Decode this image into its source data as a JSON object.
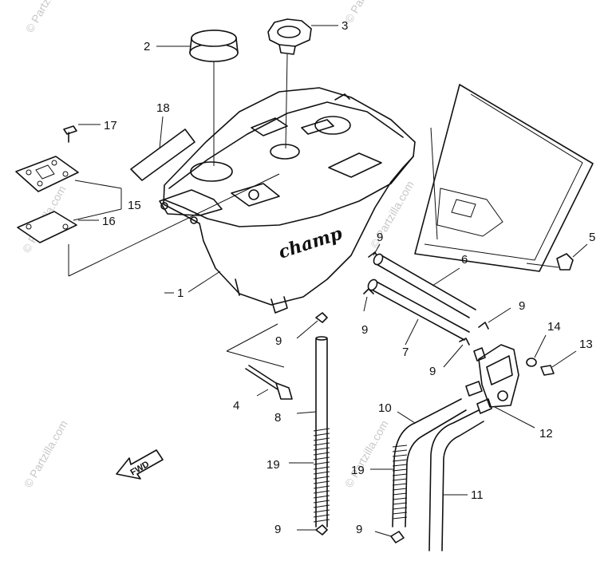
{
  "watermarks": [
    "© Partzilla.com",
    "© Partzilla.com",
    "© Partzilla.com",
    "© Partzilla.com",
    "© Partzilla.com",
    "© Partzilla.com"
  ],
  "tank_brand": "champ",
  "fwd_label": "FWD",
  "callouts": {
    "c1": "1",
    "c2": "2",
    "c3": "3",
    "c4": "4",
    "c5": "5",
    "c6": "6",
    "c7": "7",
    "c8": "8",
    "c9a": "9",
    "c9b": "9",
    "c9c": "9",
    "c9d": "9",
    "c9e": "9",
    "c9f": "9",
    "c9g": "9",
    "c10": "10",
    "c11": "11",
    "c12": "12",
    "c13": "13",
    "c14": "14",
    "c15": "15",
    "c16": "16",
    "c17": "17",
    "c18": "18",
    "c19a": "19",
    "c19b": "19"
  }
}
